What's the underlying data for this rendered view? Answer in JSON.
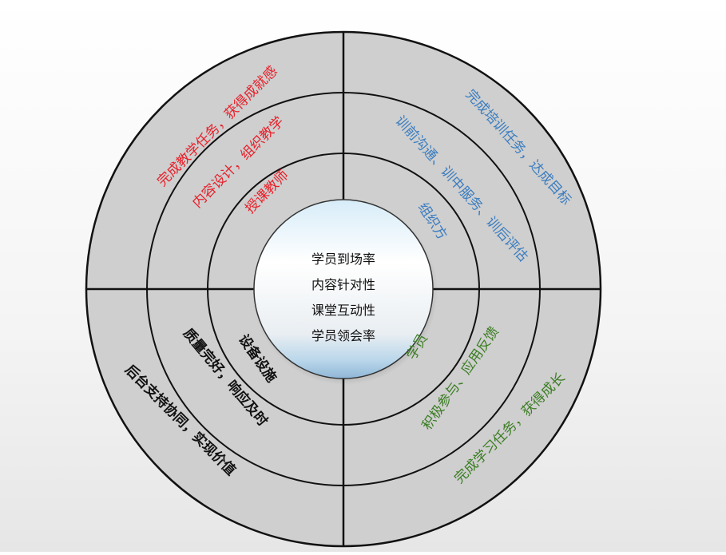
{
  "center": {
    "lines": [
      "学员到场率",
      "内容针对性",
      "课堂互动性",
      "学员领会率"
    ]
  },
  "quadrants": {
    "top_left": {
      "color": "#e8202a",
      "rings": [
        "授课教师",
        "内容设计，组织教学",
        "完成教学任务，获得成就感"
      ]
    },
    "top_right": {
      "color": "#3b7dc0",
      "rings": [
        "组织方",
        "训前沟通、训中服务、训后评估",
        "完成培训任务，达成目标"
      ]
    },
    "bottom_left": {
      "color": "#111111",
      "rings": [
        "设备设施",
        "质量完好，响应及时",
        "后台支持协同，实现价值"
      ]
    },
    "bottom_right": {
      "color": "#3a7d22",
      "rings": [
        "学员",
        "积极参与、应用反馈",
        "完成学习任务，获得成长"
      ]
    }
  }
}
